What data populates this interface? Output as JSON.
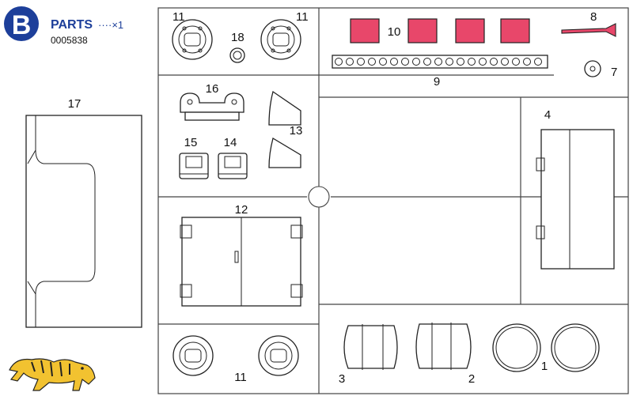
{
  "header": {
    "badge_letter": "B",
    "parts_label": "PARTS",
    "quantity": "····×1",
    "part_code": "0005838"
  },
  "colors": {
    "badge_blue": "#1d3f9a",
    "text_blue": "#1d3f9a",
    "highlight_pink": "#e8476a",
    "outline": "#222222",
    "logo_yellow": "#f2c230"
  },
  "logo": {
    "icon": "tiger-icon"
  },
  "part_numbers": {
    "p1": "1",
    "p2": "2",
    "p3": "3",
    "p4": "4",
    "p7": "7",
    "p8": "8",
    "p9": "9",
    "p10": "10",
    "p11": "11",
    "p12": "12",
    "p13": "13",
    "p14": "14",
    "p15": "15",
    "p16": "16",
    "p17": "17",
    "p18": "18"
  }
}
